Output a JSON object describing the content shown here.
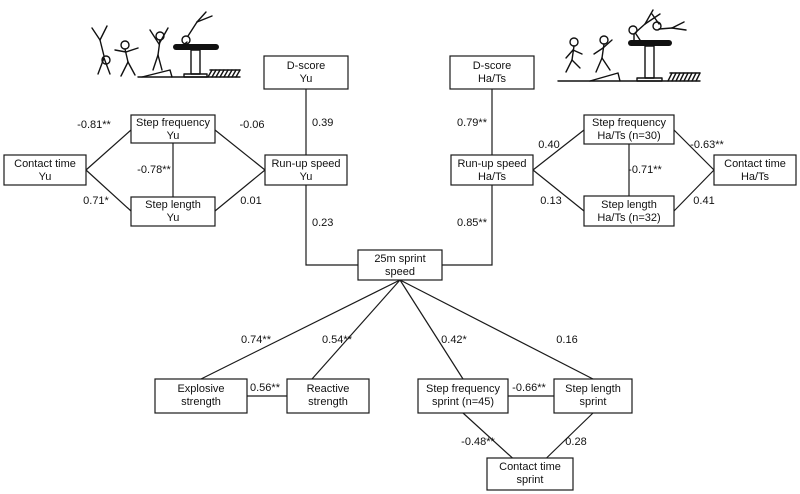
{
  "illustrations": {
    "left": "gymnast-vault-sequence-yurchenko",
    "right": "gymnast-vault-sequence-handspring"
  },
  "nodes": {
    "dscore_yu": [
      "D-score",
      "Yu"
    ],
    "runup_yu": [
      "Run-up speed",
      "Yu"
    ],
    "stepfreq_yu": [
      "Step frequency",
      "Yu"
    ],
    "steplen_yu": [
      "Step length",
      "Yu"
    ],
    "contact_yu": [
      "Contact time",
      "Yu"
    ],
    "dscore_ha": [
      "D-score",
      "Ha/Ts"
    ],
    "runup_ha": [
      "Run-up speed",
      "Ha/Ts"
    ],
    "stepfreq_ha": [
      "Step frequency",
      "Ha/Ts (n=30)"
    ],
    "steplen_ha": [
      "Step length",
      "Ha/Ts (n=32)"
    ],
    "contact_ha": [
      "Contact time",
      "Ha/Ts"
    ],
    "sprint": [
      "25m sprint",
      "speed"
    ],
    "explosive": [
      "Explosive",
      "strength"
    ],
    "reactive": [
      "Reactive",
      "strength"
    ],
    "stepfreq_sprint": [
      "Step frequency",
      "sprint (n=45)"
    ],
    "steplen_sprint": [
      "Step length",
      "sprint"
    ],
    "contact_sprint": [
      "Contact time",
      "sprint"
    ]
  },
  "coefficients": {
    "dscore_runup_yu": "0.39",
    "contact_stepfreq_yu": "-0.81**",
    "stepfreq_steplen_yu": "-0.78**",
    "contact_steplen_yu": "0.71*",
    "stepfreq_runup_yu": "-0.06",
    "steplen_runup_yu": "0.01",
    "runup_sprint_yu": "0.23",
    "dscore_runup_ha": "0.79**",
    "runup_stepfreq_ha": "0.40",
    "runup_steplen_ha": "0.13",
    "stepfreq_steplen_ha": "-0.71**",
    "stepfreq_contact_ha": "-0.63**",
    "steplen_contact_ha": "0.41",
    "runup_sprint_ha": "0.85**",
    "sprint_explosive": "0.74**",
    "sprint_reactive": "0.54**",
    "sprint_stepfreq": "0.42*",
    "sprint_steplen": "0.16",
    "explosive_reactive": "0.56**",
    "stepfreq_steplen_sprint": "-0.66**",
    "stepfreq_contact_sprint": "-0.48**",
    "steplen_contact_sprint": "0.28"
  }
}
